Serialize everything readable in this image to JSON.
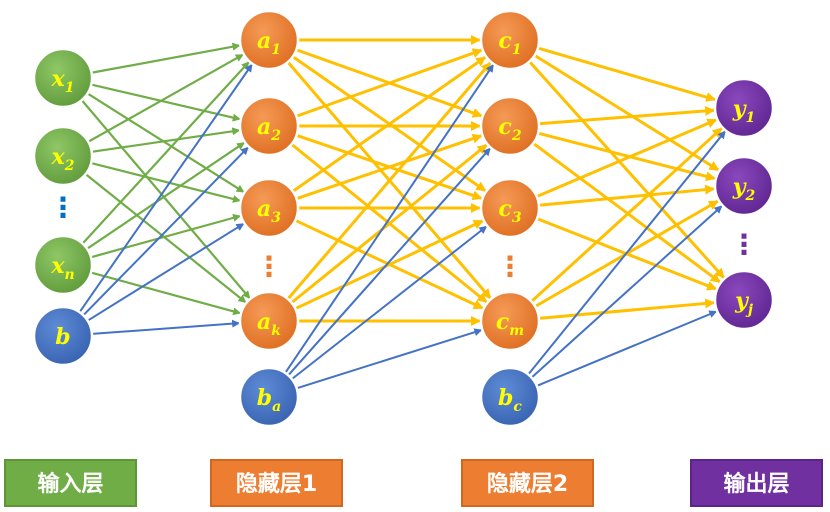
{
  "colors": {
    "input_node": "#70ad47",
    "hidden_node": "#ed7d31",
    "bias_node": "#4472c4",
    "output_node": "#7030a0",
    "input_edge": "#70ad47",
    "hidden_edge": "#ffc000",
    "bias_edge": "#4472c4",
    "label_text": "#ffff00",
    "ellipsis": "#0070c0"
  },
  "layers": {
    "input": {
      "label": "输入层",
      "nodes": [
        {
          "base": "x",
          "sub": "1"
        },
        {
          "base": "x",
          "sub": "2"
        },
        {
          "base": "x",
          "sub": "n"
        }
      ],
      "bias": {
        "base": "b",
        "sub": ""
      },
      "ellipsis": "⋮"
    },
    "hidden1": {
      "label": "隐藏层1",
      "nodes": [
        {
          "base": "a",
          "sub": "1"
        },
        {
          "base": "a",
          "sub": "2"
        },
        {
          "base": "a",
          "sub": "3"
        },
        {
          "base": "a",
          "sub": "k"
        }
      ],
      "bias": {
        "base": "b",
        "sub": "a"
      },
      "ellipsis": "⋮"
    },
    "hidden2": {
      "label": "隐藏层2",
      "nodes": [
        {
          "base": "c",
          "sub": "1"
        },
        {
          "base": "c",
          "sub": "2"
        },
        {
          "base": "c",
          "sub": "3"
        },
        {
          "base": "c",
          "sub": "m"
        }
      ],
      "bias": {
        "base": "b",
        "sub": "c"
      },
      "ellipsis": "⋮"
    },
    "output": {
      "label": "输出层",
      "nodes": [
        {
          "base": "y",
          "sub": "1"
        },
        {
          "base": "y",
          "sub": "2"
        },
        {
          "base": "y",
          "sub": "j"
        }
      ],
      "ellipsis": "⋮"
    }
  }
}
